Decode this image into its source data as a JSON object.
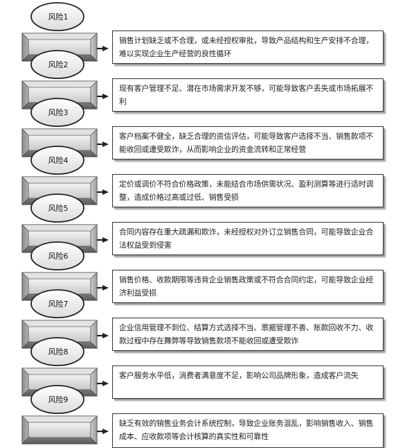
{
  "risks": [
    {
      "label": "风险1",
      "text": "销售计划缺乏或不合理，或未经授权审批，导致产品结构和生产安排不合理，难以实现企业生产经营的良性循环"
    },
    {
      "label": "风险2",
      "text": "现有客户管理不足、潜在市场需求开发不够，可能导致客户丢失或市场拓展不利"
    },
    {
      "label": "风险3",
      "text": "客户档案不健全，缺乏合理的资信评估，可能导致客户选择不当、销售款项不能收回或遭受欺诈，从而影响企业的资金流转和正常经营"
    },
    {
      "label": "风险4",
      "text": "定价或调价不符合价格政策，未能结合市场供需状况、盈利测算等进行适时调整，造成价格过高或过低、销售受损"
    },
    {
      "label": "风险5",
      "text": "合同内容存在重大疏漏和欺诈，未经授权对外订立销售合同，可能导致企业合法权益受到侵害"
    },
    {
      "label": "风险6",
      "text": "销售价格、收款期限等违背企业销售政策或不符合合同约定，可能导致企业经济利益受损"
    },
    {
      "label": "风险7",
      "text": "企业信用管理不到位、结算方式选择不当、票据管理不善、账款回收不力、收款过程中存在舞弊等导致销售款项不能收回或遭受欺诈"
    },
    {
      "label": "风险8",
      "text": "客户服务水平低，消费者满意度不足，影响公司品牌形象，造成客户流失"
    },
    {
      "label": "风险9",
      "text": "缺乏有效的销售业务会计系统控制，导致企业账务混乱，影响销售收入、销售成本、应收款项等会计核算的真实性和可靠性"
    }
  ],
  "colors": {
    "stroke": "#333333",
    "text": "#222222",
    "shadow": "#9a9a9a"
  },
  "icons": {
    "connector": "arrow-right-icon",
    "marker": "ellipse-icon",
    "platform": "beveled-block-icon"
  }
}
